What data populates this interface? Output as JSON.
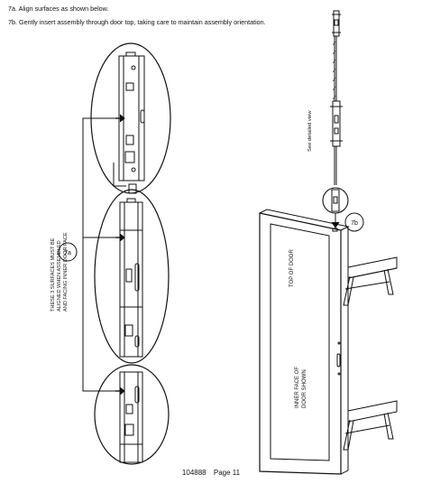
{
  "steps": [
    {
      "text": "7a. Align surfaces as shown below."
    },
    {
      "text": "7b. Gently insert assembly through door top, taking care to maintain assembly orientation."
    }
  ],
  "labels": {
    "callout_7a": "7a",
    "callout_7b": "7b",
    "align_note_line1": "THESE 3 SURFACES MUST BE",
    "align_note_line2": "ALIGNED WHEN ASSEMBLED",
    "align_note_line3": "AND FACING INNER DOOR FACE",
    "detailed_view": "See detailed view",
    "top_of_door": "TOP OF DOOR",
    "inner_face_line1": "INNER FACE OF",
    "inner_face_line2": "DOOR SHOWN"
  },
  "footer": {
    "doc_number": "104888",
    "page_label": "Page 11"
  }
}
